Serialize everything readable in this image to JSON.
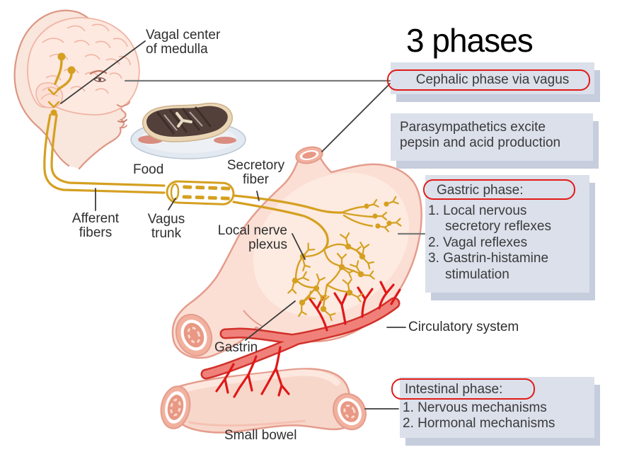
{
  "title": "3 phases",
  "annotations": {
    "cephalic": {
      "label": "Cephalic phase via vagus"
    },
    "parasympathetic": {
      "text": "Parasympathetics excite pepsin and acid production"
    },
    "gastric": {
      "heading": "Gastric phase:",
      "items": [
        "1. Local nervous secretory reflexes",
        "2. Vagal reflexes",
        "3. Gastrin-histamine stimulation"
      ]
    },
    "intestinal": {
      "heading": "Intestinal phase:",
      "items": [
        "1. Nervous mechanisms",
        "2. Hormonal mechanisms"
      ]
    }
  },
  "labels": {
    "vagal_center": "Vagal center of medulla",
    "food": "Food",
    "secretory_fiber": "Secretory fiber",
    "afferent_fibers": "Afferent fibers",
    "vagus_trunk": "Vagus trunk",
    "local_nerve_plexus": "Local nerve plexus",
    "gastrin": "Gastrin",
    "circulatory_system": "Circulatory system",
    "small_bowel": "Small bowel"
  },
  "colors": {
    "nerve_gold": "#d5a021",
    "organ_fill": "#fbdfd5",
    "organ_outline": "#e59c8c",
    "vessel_fill": "#ef817a",
    "vessel_outline": "#d2302a",
    "branch_red": "#e01818",
    "box_bg": "#dbe0eb",
    "box_shadow": "#c6cddd",
    "highlight_outline": "#e11b17"
  }
}
